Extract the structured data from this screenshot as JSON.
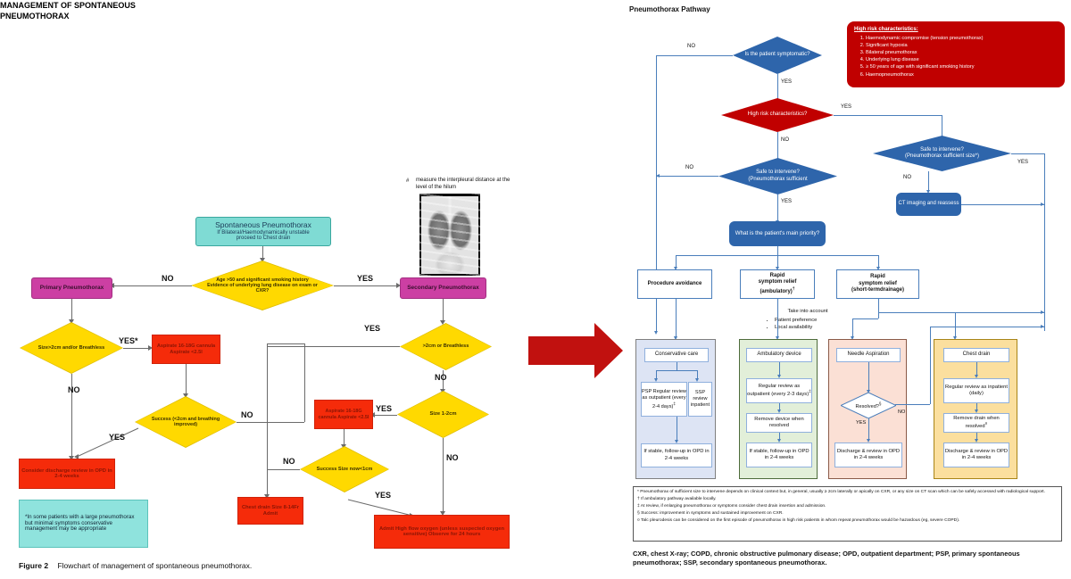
{
  "left": {
    "title": "MANAGEMENT OF SPONTANEOUS PNEUMOTHORAX",
    "start": {
      "line1": "Spontaneous Pneumothorax",
      "line2": "If Bilateral/Haemodynamically unstable",
      "line3": "proceed to Chest drain"
    },
    "d_age": "Age >50 and significant smoking history Evidence of underlying lung disease on exam or CXR?",
    "primary": "Primary Pneumothorax",
    "secondary": "Secondary Pneumothorax",
    "d_size2cm": "Size>2cm and/or Breathless",
    "aspirate1": "Aspirate 16-18G cannula Aspirate <2.5l",
    "d_success1": "Success (<2cm and breathing improved)",
    "discharge": "Consider discharge review in OPD in 2-4 weeks",
    "note": "*In some patients with a large pneumothorax but minimal symptoms conservative management may be appropriate",
    "d_gt2cm": ">2cm or Breathless",
    "d_size12": "Size 1-2cm",
    "aspirate2": "Aspirate 16-18G cannula Aspirate <2.5l",
    "d_success2": "Success Size now<1cm",
    "chestdrain": "Chest drain Size 8-14Fr Admit",
    "admit": "Admit High flow oxygen (unless suspected oxygen sensitive) Observe for 24 hours",
    "xray_note_marker": "#",
    "xray_note": "measure the interpleural distance at the level of the hilum",
    "labels": {
      "no": "NO",
      "yes": "YES",
      "yes_star": "YES*"
    },
    "caption_bold": "Figure 2",
    "caption_text": "Flowchart of management of spontaneous pneumothorax."
  },
  "right": {
    "title": "Pneumothorax Pathway",
    "high_risk": {
      "heading": "High risk characteristics:",
      "items": [
        "Haemodynamic compromise (tension pneumothorax)",
        "Significant hypoxia",
        "Bilateral pneumothorax",
        "Underlying lung disease",
        "≥ 50 years of age with significant smoking history",
        "Haemopneumothorax"
      ]
    },
    "d_symptomatic": "Is the patient symptomatic?",
    "d_highrisk": "High risk characteristics?",
    "d_safe_left_l1": "Safe to intervene?",
    "d_safe_left_l2": "(Pneumothorax sufficient",
    "d_safe_right_l1": "Safe to intervene?",
    "d_safe_right_l2": "(Pneumothorax sufficient size*)",
    "ct_imaging": "CT imaging and reassess",
    "main_priority": "What is the patient's main priority?",
    "opt_procedure": "Procedure avoidance",
    "opt_rapid_amb_l1": "Rapid",
    "opt_rapid_amb_l2": "symptom relief",
    "opt_rapid_amb_l3": "(ambulatory)",
    "opt_rapid_amb_sup": "†",
    "opt_rapid_drain_l1": "Rapid",
    "opt_rapid_drain_l2": "symptom relief",
    "opt_rapid_drain_l3": "(short-termdrainage)",
    "take_into_account": "Take into account",
    "take_items": [
      "Patient preference",
      "Local availability"
    ],
    "columns": [
      {
        "name": "conservative",
        "head": "Conservative care",
        "left_box": "PSP Regular review as outpatient (every 2-4 days)",
        "left_box_sup": "‡",
        "right_box": "SSP review inpatient",
        "foot": "If stable, follow-up in OPD in 2-4 weeks"
      },
      {
        "name": "ambulatory",
        "head": "Ambulatory device",
        "step1": "Regular review as outpatient (every 2-3 days)",
        "step1_sup": "‡",
        "step2": "Remove device when resolved",
        "foot": "If stable, follow-up in OPD in 2-4 weeks"
      },
      {
        "name": "needle-aspiration",
        "head": "Needle Aspiration",
        "decision": "Resolved?",
        "decision_sup": "§",
        "yes": "YES",
        "no": "NO",
        "foot": "Discharge & review in OPD in 2-4 weeks"
      },
      {
        "name": "chest-drain",
        "head": "Chest drain",
        "step1": "Regular review as inpatient (daily)",
        "step2": "Remove drain when resolved",
        "step2_sup": "¤",
        "foot": "Discharge & review in OPD in 2-4 weeks"
      }
    ],
    "labels": {
      "yes": "YES",
      "no": "NO"
    },
    "footnotes": [
      "* Pneumothorax of sufficient size to intervene depends on clinical context but, in general, usually ≥ 2cm laterally or apically on CXR, or any size on CT scan which can be safely accessed with radiological support.",
      "† If ambulatory pathway available locally.",
      "‡ At review, if enlarging pneumothorax or symptoms consider chest drain insertion and admission.",
      "§ Success: improvement in symptoms and sustained improvement on CXR.",
      "¤ Talc pleurodesis can be considered on the first episode of pneumothorax in high risk patients in whom repeat pneumothorax would be hazardous (eg, severe COPD)."
    ],
    "abbrev": "CXR, chest X-ray; COPD, chronic obstructive pulmonary disease; OPD, outpatient department; PSP, primary spontaneous pneumothorax; SSP, secondary spontaneous pneumothorax."
  },
  "colors": {
    "teal": "#7fdbd4",
    "magenta": "#cc3fa3",
    "red": "#f52b0a",
    "yellow": "#ffd900",
    "arrow_red": "#c1110f",
    "pathway_blue": "#2e65ab",
    "pathway_red": "#c00000"
  }
}
